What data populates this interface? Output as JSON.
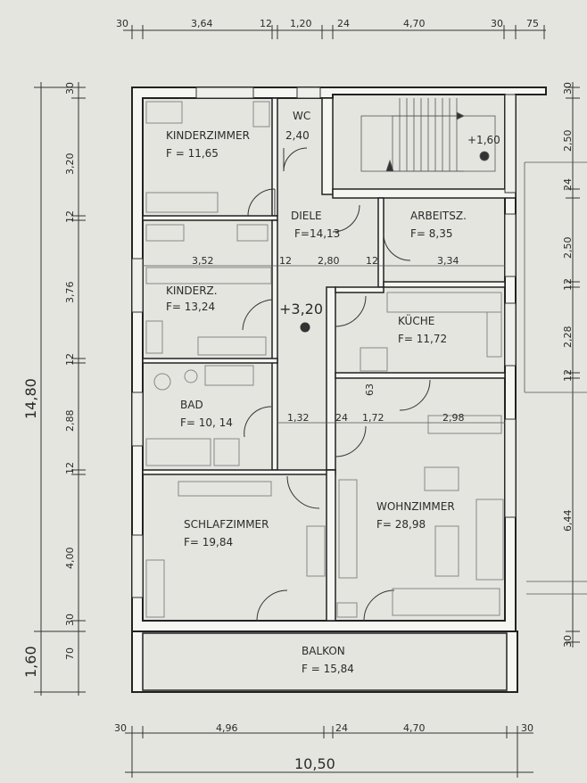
{
  "rooms": {
    "kinderzimmer1": {
      "name": "KINDERZIMMER",
      "area": "F = 11,65"
    },
    "wc": {
      "name": "WC",
      "area": "2,40"
    },
    "diele": {
      "name": "DIELE",
      "area": "F=14,13"
    },
    "arbeitsz": {
      "name": "ARBEITSZ.",
      "area": "F= 8,35"
    },
    "kinderz2": {
      "name": "KINDERZ.",
      "area": "F= 13,24"
    },
    "kueche": {
      "name": "KÜCHE",
      "area": "F= 11,72"
    },
    "bad": {
      "name": "BAD",
      "area": "F= 10, 14"
    },
    "schlafzimmer": {
      "name": "SCHLAFZIMMER",
      "area": "F= 19,84"
    },
    "wohnzimmer": {
      "name": "WOHNZIMMER",
      "area": "F= 28,98"
    },
    "balkon": {
      "name": "BALKON",
      "area": "F = 15,84"
    }
  },
  "levels": {
    "stair": "+1,60",
    "main": "+3,20"
  },
  "dims": {
    "top": [
      "30",
      "3,64",
      "12",
      "1,20",
      "24",
      "4,70",
      "30",
      "75"
    ],
    "bottom": [
      "30",
      "4,96",
      "24",
      "4,70",
      "30"
    ],
    "total_width": "10,50",
    "left": [
      "30",
      "3,20",
      "12",
      "3,76",
      "12",
      "2,88",
      "12",
      "4,00",
      "30",
      "70"
    ],
    "total_height": "14,80",
    "total_balcony": "1,60",
    "right": [
      "30",
      "2,50",
      "24",
      "2,50",
      "12",
      "2,28",
      "12",
      "6,44",
      "30"
    ],
    "inner_row1": [
      "3,52",
      "12",
      "2,80",
      "12",
      "3,34"
    ],
    "inner_row2": [
      "1,32",
      "24",
      "1,72",
      "2,98"
    ],
    "kitchen_small": "63"
  }
}
